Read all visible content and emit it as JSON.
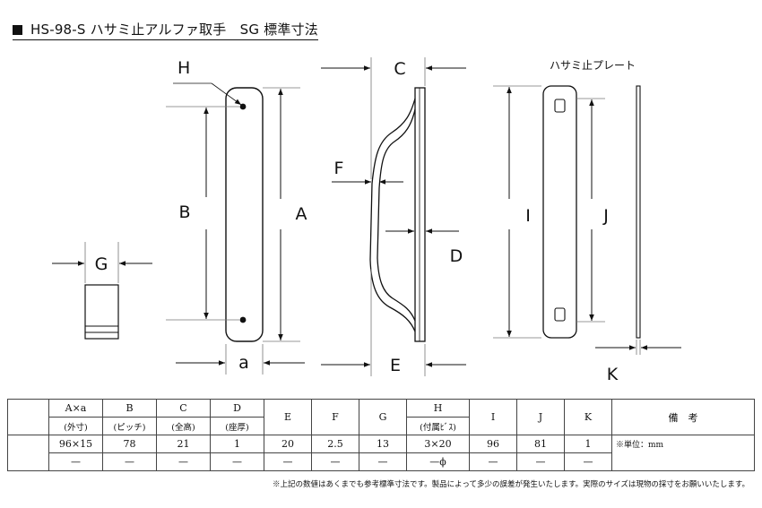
{
  "title": "HS-98-S ハサミ止アルファ取手　SG 標準寸法",
  "plate_title": "ハサミ止プレート",
  "labels": {
    "A": "A",
    "B": "B",
    "C": "C",
    "D": "D",
    "E": "E",
    "F": "F",
    "G": "G",
    "H": "H",
    "I": "I",
    "J": "J",
    "K": "K",
    "a": "a"
  },
  "table": {
    "headers": [
      {
        "main": "A×a",
        "sub": "(外寸)"
      },
      {
        "main": "B",
        "sub": "(ピッチ)"
      },
      {
        "main": "C",
        "sub": "(全高)"
      },
      {
        "main": "D",
        "sub": "(座厚)"
      },
      {
        "main": "E",
        "sub": ""
      },
      {
        "main": "F",
        "sub": ""
      },
      {
        "main": "G",
        "sub": ""
      },
      {
        "main": "H",
        "sub": "(付属ﾋﾞｽ)"
      },
      {
        "main": "I",
        "sub": ""
      },
      {
        "main": "J",
        "sub": ""
      },
      {
        "main": "K",
        "sub": ""
      }
    ],
    "remarks_header": "備　考",
    "row1": [
      "96×15",
      "78",
      "21",
      "1",
      "20",
      "2.5",
      "13",
      "3×20",
      "96",
      "81",
      "1"
    ],
    "row2": [
      "—",
      "—",
      "—",
      "—",
      "—",
      "—",
      "—",
      "—ϕ",
      "—",
      "—",
      "—"
    ],
    "remarks": "※単位：mm"
  },
  "footnote": "※上記の数値はあくまでも参考標準寸法です。製品によって多少の誤差が発生いたします。実際のサイズは現物の採寸をお願いいたします。"
}
